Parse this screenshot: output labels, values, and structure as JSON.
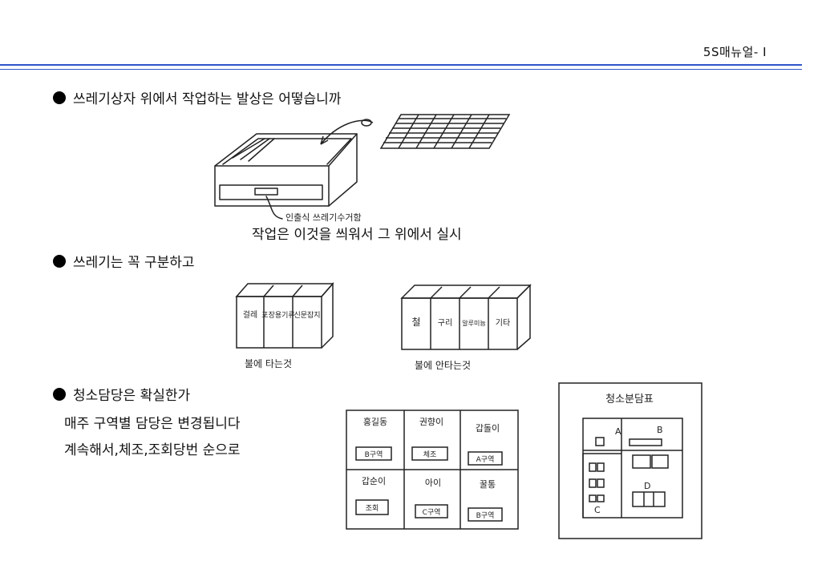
{
  "header": {
    "title": "5S매뉴얼- I"
  },
  "section1": {
    "heading": "쓰레기상자 위에서 작업하는 발상은 어떻습니까",
    "caption": "작업은 이것을 씌워서 그 위에서 실시",
    "sketch_label": "인출식 쓰레기수거함"
  },
  "section2": {
    "heading": "쓰레기는 꼭 구분하고",
    "burnable": {
      "slots": [
        "걸레",
        "포장용기류",
        "신문잡지"
      ],
      "label": "불에 타는것"
    },
    "nonburnable": {
      "slots": [
        "철",
        "구리",
        "알루미늄",
        "기타"
      ],
      "label": "불에 안타는것"
    }
  },
  "section3": {
    "heading": "청소담당은 확실한가",
    "lines": [
      "매주 구역별 담당은 변경됩니다",
      "계속해서,체조,조회당번 순으로"
    ],
    "roster": [
      {
        "name": "홍길동",
        "area": "B구역"
      },
      {
        "name": "권향이",
        "area": "체조"
      },
      {
        "name": "갑돌이",
        "area": "A구역"
      },
      {
        "name": "갑순이",
        "area": "조회"
      },
      {
        "name": "아이",
        "area": "C구역"
      },
      {
        "name": "꿀통",
        "area": "B구역"
      }
    ],
    "board": {
      "title": "청소분담표",
      "zones": [
        "A",
        "B",
        "C",
        "D"
      ]
    }
  }
}
